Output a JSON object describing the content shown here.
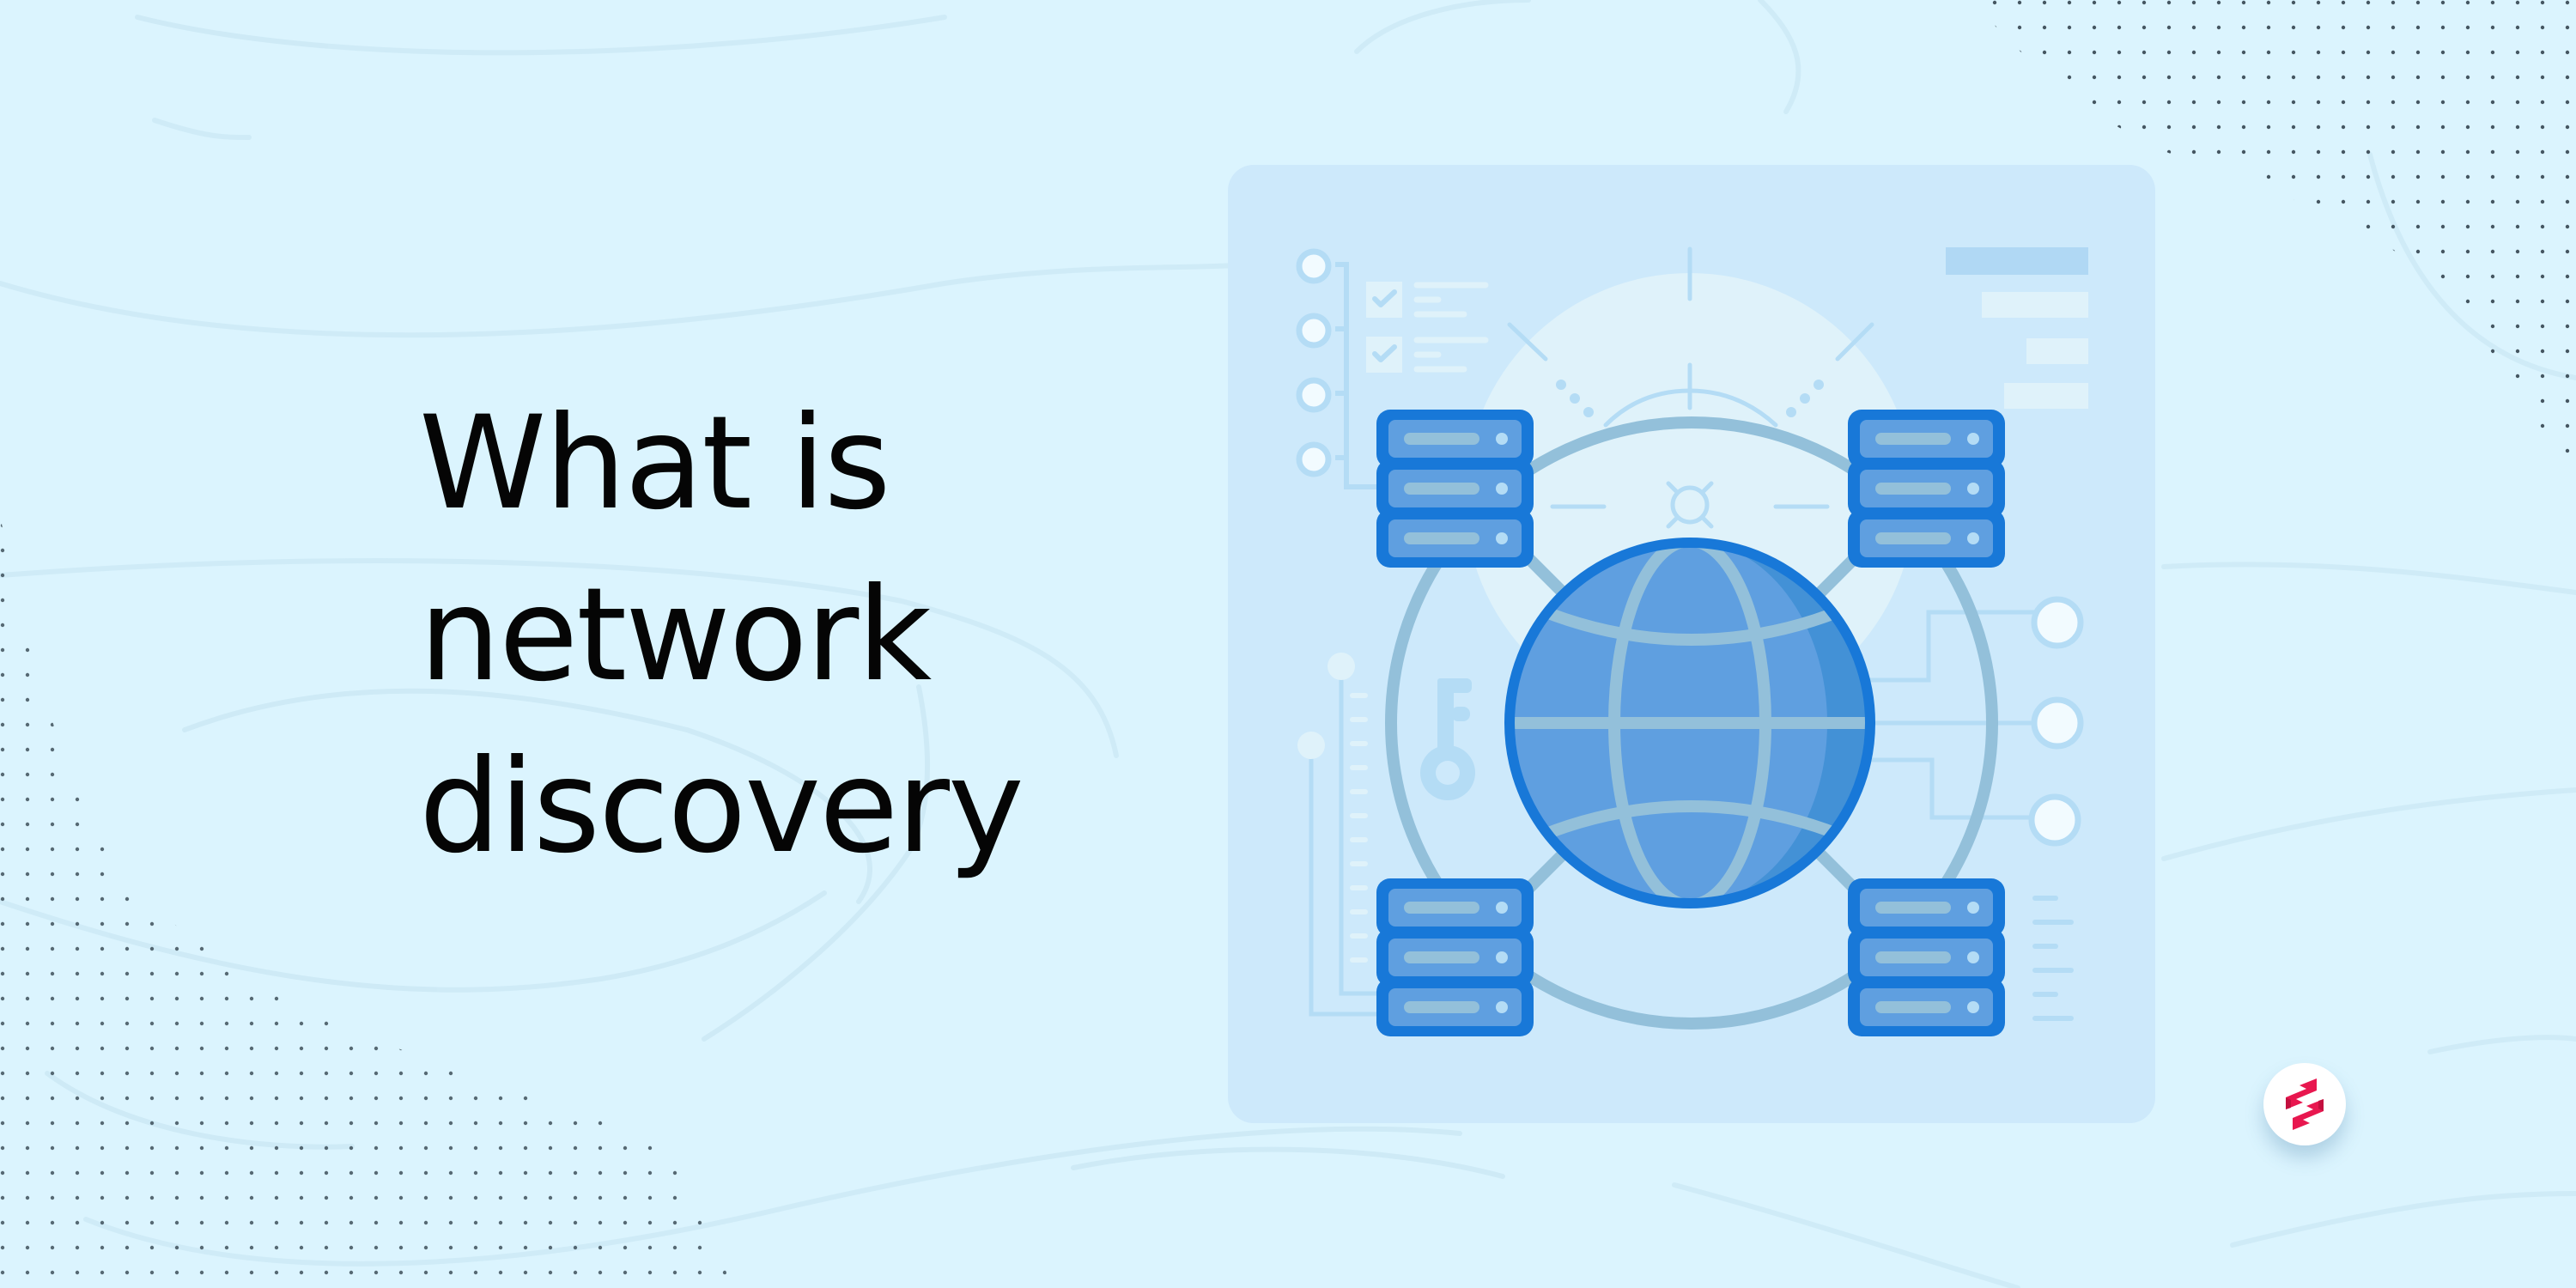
{
  "headline": {
    "lines": [
      "What is",
      "network",
      "discovery"
    ]
  },
  "illustration": {
    "subject": "network-discovery",
    "elements": [
      "globe-icon",
      "server-rack-icon",
      "key-icon",
      "checklist-icon",
      "node-connector-icon",
      "bar-list-icon"
    ],
    "server_count": 4
  },
  "brand": {
    "logo": "s-logo-icon",
    "logo_color": "#e8174f"
  },
  "colors": {
    "background": "#dbf4fe",
    "card": "#cde9fb",
    "globe_fill": "#5f9fe0",
    "globe_stroke": "#1878d8",
    "ring": "#93c0da",
    "text": "#050505"
  }
}
